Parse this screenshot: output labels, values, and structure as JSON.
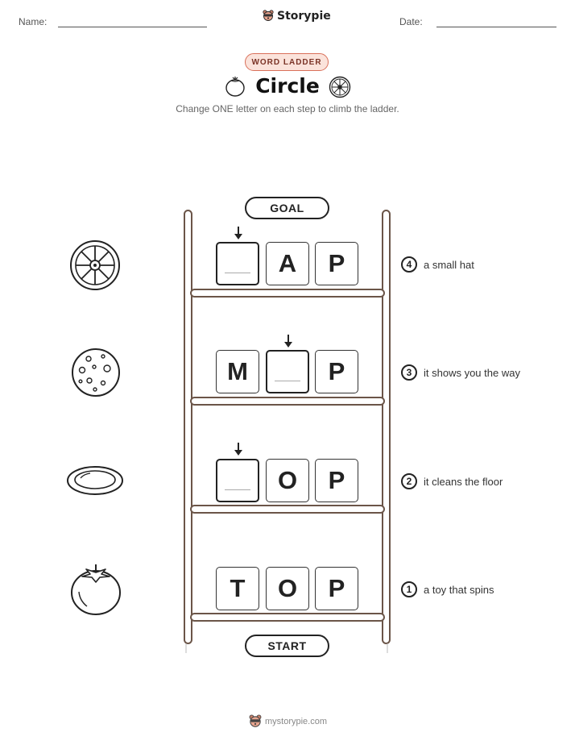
{
  "header": {
    "name_label": "Name:",
    "date_label": "Date:",
    "brand": "Storypie"
  },
  "badge": "WORD LADDER",
  "title": "Circle",
  "subtitle": "Change ONE letter on each step to climb the ladder.",
  "ladder": {
    "goal_label": "GOAL",
    "start_label": "START",
    "rows": [
      {
        "letters": [
          "",
          "A",
          "P"
        ],
        "blank_index": 0,
        "clue_number": "4",
        "clue": "a small hat",
        "picture": "wheel-icon"
      },
      {
        "letters": [
          "M",
          "",
          "P"
        ],
        "blank_index": 1,
        "clue_number": "3",
        "clue": "it shows you the way",
        "picture": "moon-icon"
      },
      {
        "letters": [
          "",
          "O",
          "P"
        ],
        "blank_index": 0,
        "clue_number": "2",
        "clue": "it cleans the floor",
        "picture": "plate-icon"
      },
      {
        "letters": [
          "T",
          "O",
          "P"
        ],
        "blank_index": null,
        "clue_number": "1",
        "clue": "a toy that spins",
        "picture": "tomato-icon"
      }
    ]
  },
  "footer": "mystorypie.com",
  "colors": {
    "badge_border": "#d9705a",
    "badge_fill": "#fbe3db",
    "ladder_wood": "#6b5548"
  }
}
